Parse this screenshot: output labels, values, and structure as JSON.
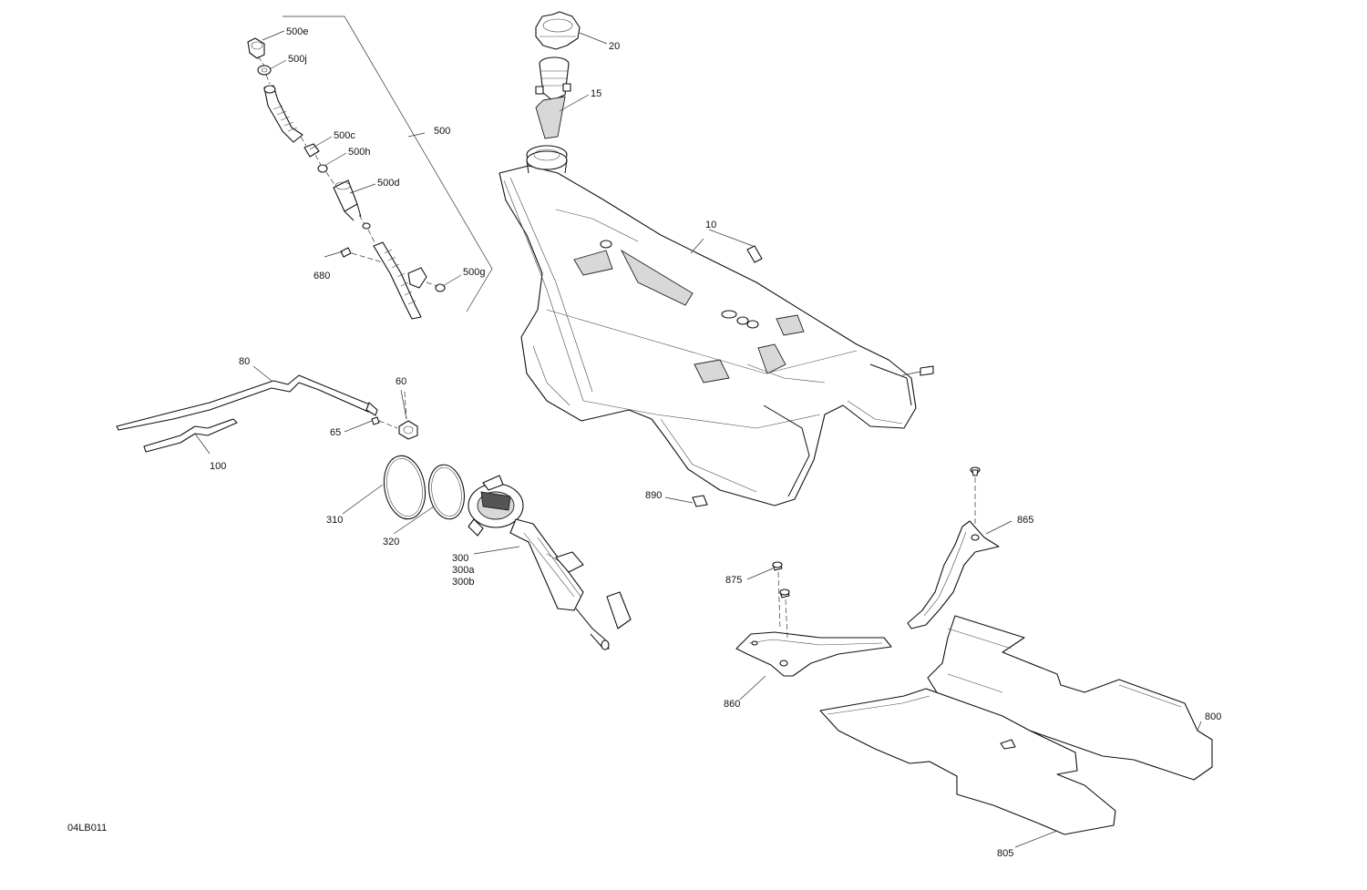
{
  "drawing": {
    "reference_code": "04LB011",
    "callouts": {
      "c10": "10",
      "c15": "15",
      "c20": "20",
      "c500": "500",
      "c500c": "500c",
      "c500d": "500d",
      "c500e": "500e",
      "c500g": "500g",
      "c500h": "500h",
      "c500j": "500j",
      "c60": "60",
      "c65": "65",
      "c680": "680",
      "c80": "80",
      "c100": "100",
      "c300": "300",
      "c300a": "300a",
      "c300b": "300b",
      "c310": "310",
      "c320": "320",
      "c800": "800",
      "c805": "805",
      "c860": "860",
      "c865": "865",
      "c875": "875",
      "c890": "890"
    }
  }
}
